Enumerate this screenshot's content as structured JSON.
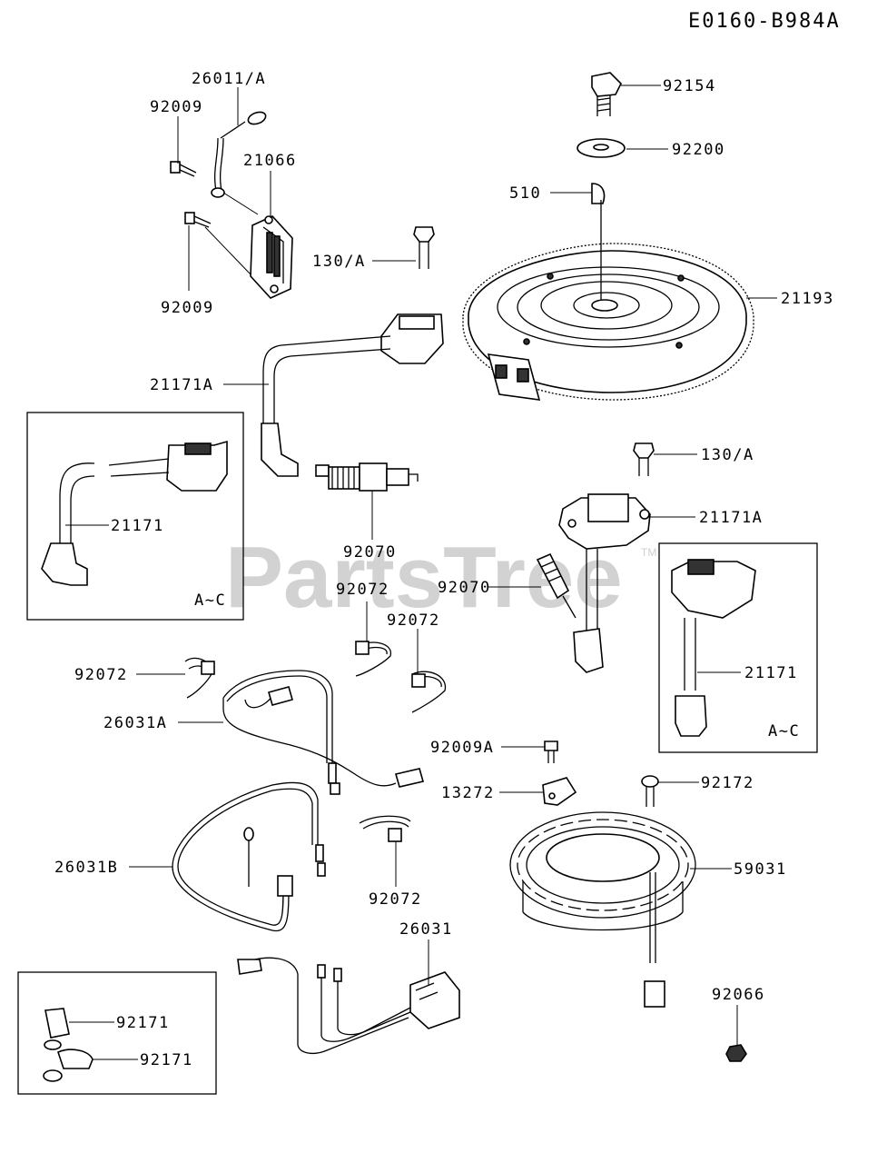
{
  "diagram_code": "E0160-B984A",
  "watermark": "PartsTree",
  "watermark_tm": "TM",
  "labels": {
    "p26011A": "26011/A",
    "p92009_top": "92009",
    "p21066": "21066",
    "p92009_bottom": "92009",
    "p130A_top": "130/A",
    "p21171A_left": "21171A",
    "p21171_inset_left": "21171",
    "p92070_top": "92070",
    "p92154": "92154",
    "p92200": "92200",
    "p510": "510",
    "p21193": "21193",
    "p130A_right": "130/A",
    "p21171A_right": "21171A",
    "p92070_right": "92070",
    "p92072_a": "92072",
    "p92072_b": "92072",
    "p92072_c": "92072",
    "p21171_inset_right": "21171",
    "p26031A": "26031A",
    "p92009A": "92009A",
    "p13272": "13272",
    "p92172": "92172",
    "p59031": "59031",
    "p26031B": "26031B",
    "p92072_d": "92072",
    "p26031": "26031",
    "p92066": "92066",
    "p92171_a": "92171",
    "p92171_b": "92171"
  },
  "insets": {
    "left_variant": "A~C",
    "right_variant": "A~C"
  }
}
